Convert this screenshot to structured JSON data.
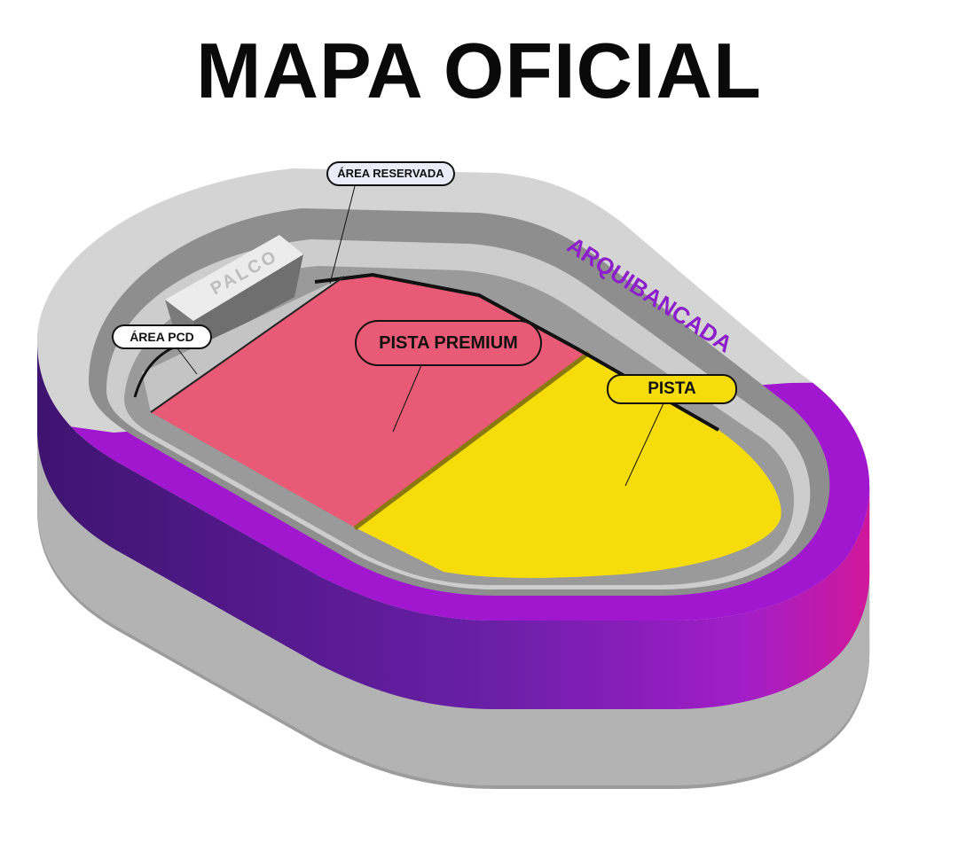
{
  "title": "MAPA OFICIAL",
  "sections": {
    "area_reservada": "ÁREA RESERVADA",
    "area_pcd": "ÁREA PCD",
    "palco": "PALCO",
    "pista_premium": "PISTA PREMIUM",
    "pista": "PISTA",
    "arquibancada": "ARQUIBANCADA"
  },
  "colors": {
    "pista_premium": "#e85a75",
    "pista": "#f6dc0a",
    "arquibancada": "#8b1fc9",
    "rim": "#d4d4d4"
  }
}
